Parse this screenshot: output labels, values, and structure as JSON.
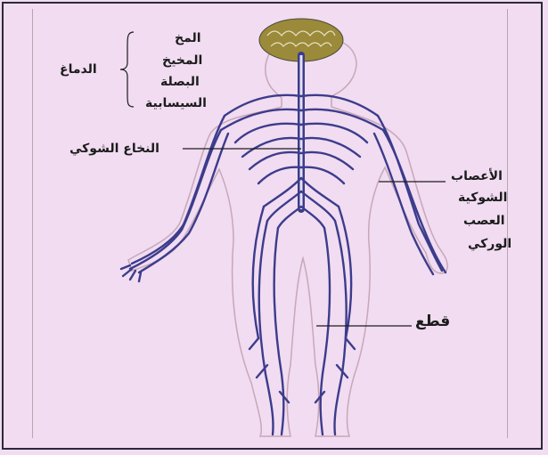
{
  "labels": {
    "brain_group": "الدماغ",
    "cerebrum": "المخ",
    "cerebellum": "المخيخ",
    "medulla": "البصلة",
    "pons": "السيسابية",
    "spinal_cord": "النخاع الشوكي",
    "spinal_nerves_1": "الأعصاب",
    "spinal_nerves_2": "الشوكية",
    "sciatic_1": "العصب",
    "sciatic_2": "الوركي",
    "cut": "قطع"
  },
  "colors": {
    "background": "#f1dcf1",
    "nerve": "#3c3c8c",
    "body_outline": "#c8a7b8",
    "brain": "#9a8a3a"
  }
}
